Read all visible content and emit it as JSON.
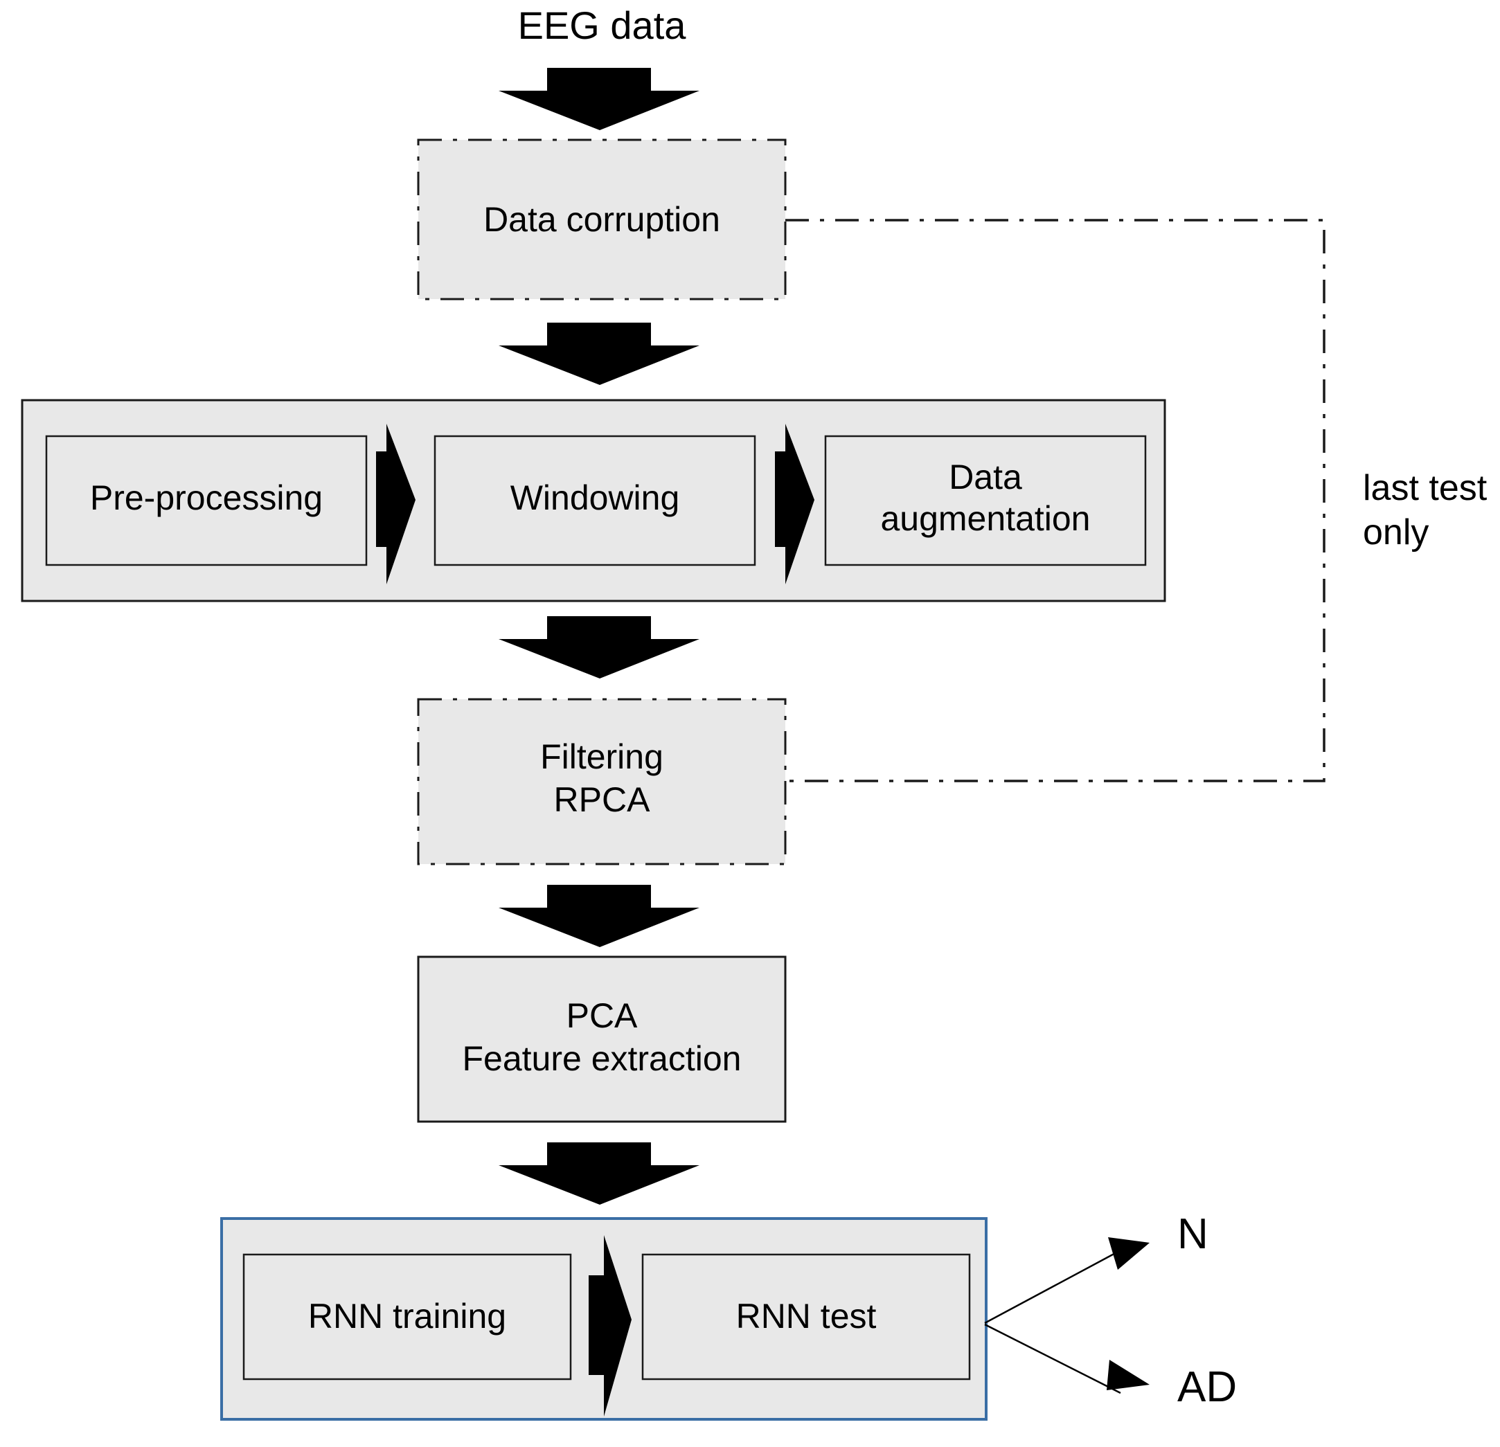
{
  "diagram": {
    "title": "EEG data",
    "input_label": "EEG data",
    "note_label_line1": "last test",
    "note_label_line2": "only",
    "nodes": {
      "data_corruption": {
        "label": "Data corruption",
        "border": "dash-dot",
        "fill": "#e8e8e8"
      },
      "pre_processing": {
        "label": "Pre-processing",
        "border": "solid",
        "fill": "#e8e8e8"
      },
      "windowing": {
        "label": "Windowing",
        "border": "solid",
        "fill": "#e8e8e8"
      },
      "data_augmentation_line1": "Data",
      "data_augmentation_line2": "augmentation",
      "filtering_line1": "Filtering",
      "filtering_line2": "RPCA",
      "pca_line1": "PCA",
      "pca_line2": "Feature extraction",
      "rnn_training": {
        "label": "RNN training",
        "border": "solid",
        "fill": "#e8e8e8"
      },
      "rnn_test": {
        "label": "RNN test",
        "border": "solid",
        "fill": "#e8e8e8"
      }
    },
    "outputs": [
      {
        "label": "N"
      },
      {
        "label": "AD"
      }
    ],
    "colors": {
      "box_fill": "#e8e8e8",
      "stroke": "#1a1a1a",
      "arrow": "#000000",
      "rnn_container_border": "#3a6ea5",
      "background": "#ffffff"
    },
    "flow_sequence": [
      "EEG data",
      "Data corruption",
      "Pre-processing",
      "Windowing",
      "Data augmentation",
      "Filtering RPCA",
      "PCA Feature extraction",
      "RNN training",
      "RNN test",
      "N / AD"
    ],
    "feedback_note": "last test only"
  }
}
